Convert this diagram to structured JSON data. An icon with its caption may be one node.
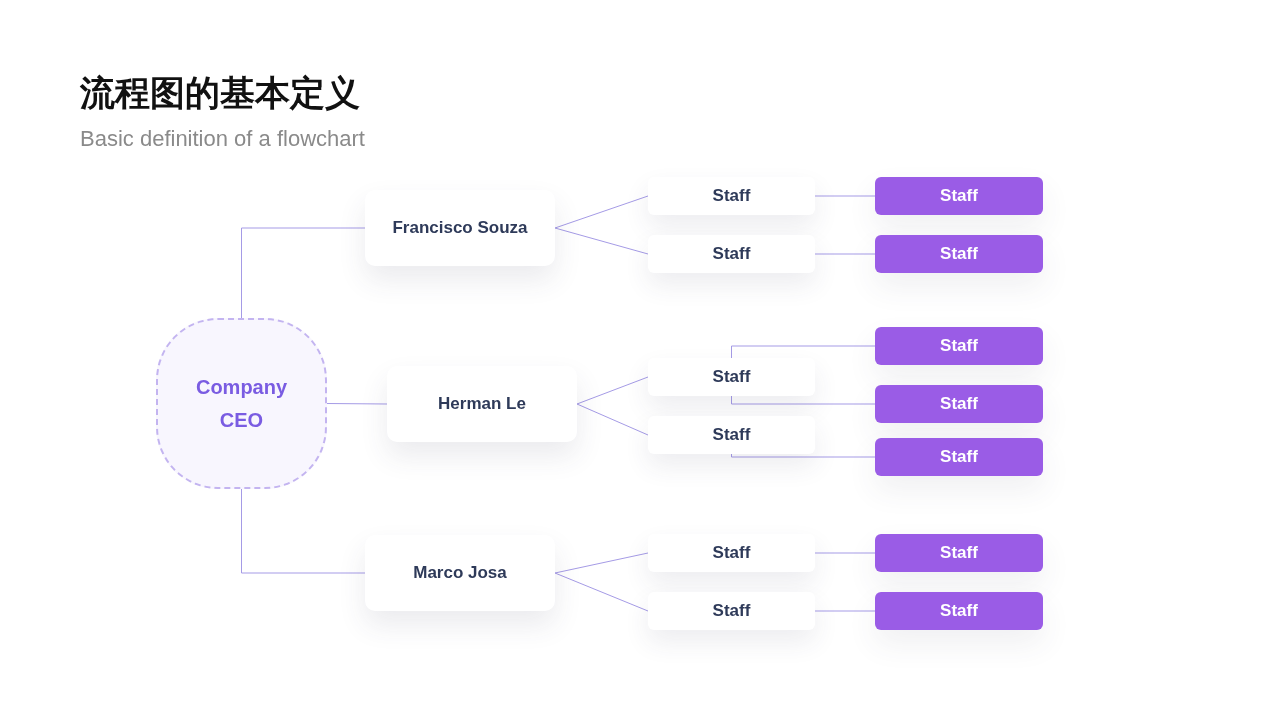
{
  "diagram": {
    "title": "流程图的基本定义",
    "caption": "Basic definition of a flowchart",
    "nodes": [
      {
        "text": [
          "Company CEO"
        ]
      },
      {
        "text": [
          "Francisco Souza"
        ]
      },
      {
        "text": [
          "Herman Le"
        ]
      },
      {
        "text": [
          "Marco Josa"
        ]
      },
      {
        "text": [
          "Staff"
        ]
      },
      {
        "text": [
          "Staff"
        ]
      },
      {
        "text": [
          "Staff"
        ]
      },
      {
        "text": [
          "Staff"
        ]
      },
      {
        "text": [
          "Staff"
        ]
      },
      {
        "text": [
          "Staff"
        ]
      },
      {
        "text": [
          "Staff"
        ]
      },
      {
        "text": [
          "Staff"
        ]
      },
      {
        "text": [
          "Staff"
        ]
      },
      {
        "text": [
          "Staff"
        ]
      },
      {
        "text": [
          "Staff"
        ]
      },
      {
        "text": [
          "Staff"
        ]
      },
      {
        "text": [
          "Staff"
        ]
      }
    ],
    "edges": [
      {
        "from": 0,
        "to": 1,
        "arrow": "none"
      },
      {
        "from": 0,
        "to": 2,
        "arrow": "none"
      },
      {
        "from": 0,
        "to": 3,
        "arrow": "none"
      },
      {
        "from": 1,
        "to": 4,
        "arrow": "none"
      },
      {
        "from": 1,
        "to": 5,
        "arrow": "none"
      },
      {
        "from": 2,
        "to": 6,
        "arrow": "none"
      },
      {
        "from": 2,
        "to": 7,
        "arrow": "none"
      },
      {
        "from": 3,
        "to": 8,
        "arrow": "none"
      },
      {
        "from": 3,
        "to": 9,
        "arrow": "none"
      },
      {
        "from": 4,
        "to": 10,
        "arrow": "none"
      },
      {
        "from": 5,
        "to": 11,
        "arrow": "none"
      },
      {
        "from": 6,
        "to": 12,
        "arrow": "none"
      },
      {
        "from": 6,
        "to": 13,
        "arrow": "none"
      },
      {
        "from": 7,
        "to": 14,
        "arrow": "none"
      },
      {
        "from": 8,
        "to": 15,
        "arrow": "none"
      },
      {
        "from": 9,
        "to": 16,
        "arrow": "none"
      }
    ]
  }
}
